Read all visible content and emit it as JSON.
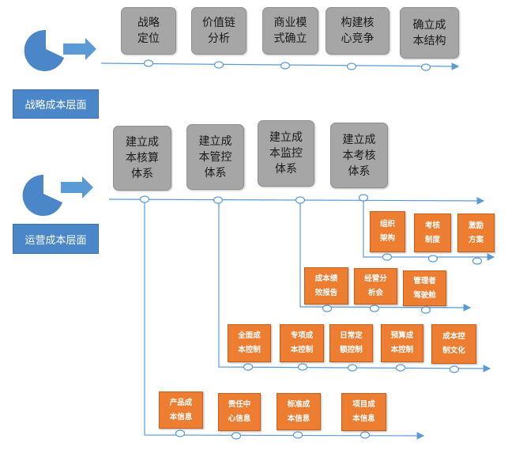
{
  "colors": {
    "pie": "#4a86c8",
    "arrow": "#5b9bd5",
    "line": "#5b9bd5",
    "gray_box": "#a6a6a6",
    "orange_box": "#ed7d31"
  },
  "strategic": {
    "label": "战略成本层面",
    "steps": [
      "战略\n定位",
      "价值链\n分析",
      "商业模\n式确立",
      "构建核\n心竞争",
      "确立成\n本结构"
    ]
  },
  "operational": {
    "label": "运营成本层面",
    "systems": [
      "建立成\n本核算\n体系",
      "建立成\n本管控\n体系",
      "建立成\n本监控\n体系",
      "建立成\n本考核\n体系"
    ],
    "assessment_items": [
      "组织\n架构",
      "考核\n制度",
      "激励\n方案"
    ],
    "monitoring_items": [
      "成本绩\n效报告",
      "经营分\n析会",
      "管理者\n驾驶舱"
    ],
    "control_items": [
      "全面成\n本控制",
      "专项成\n本控制",
      "日常定\n额控制",
      "预算成\n本控制",
      "成本控\n制文化"
    ],
    "accounting_items": [
      "产品成\n本信息",
      "责任中\n心信息",
      "标准成\n本信息",
      "项目成\n本信息"
    ]
  }
}
